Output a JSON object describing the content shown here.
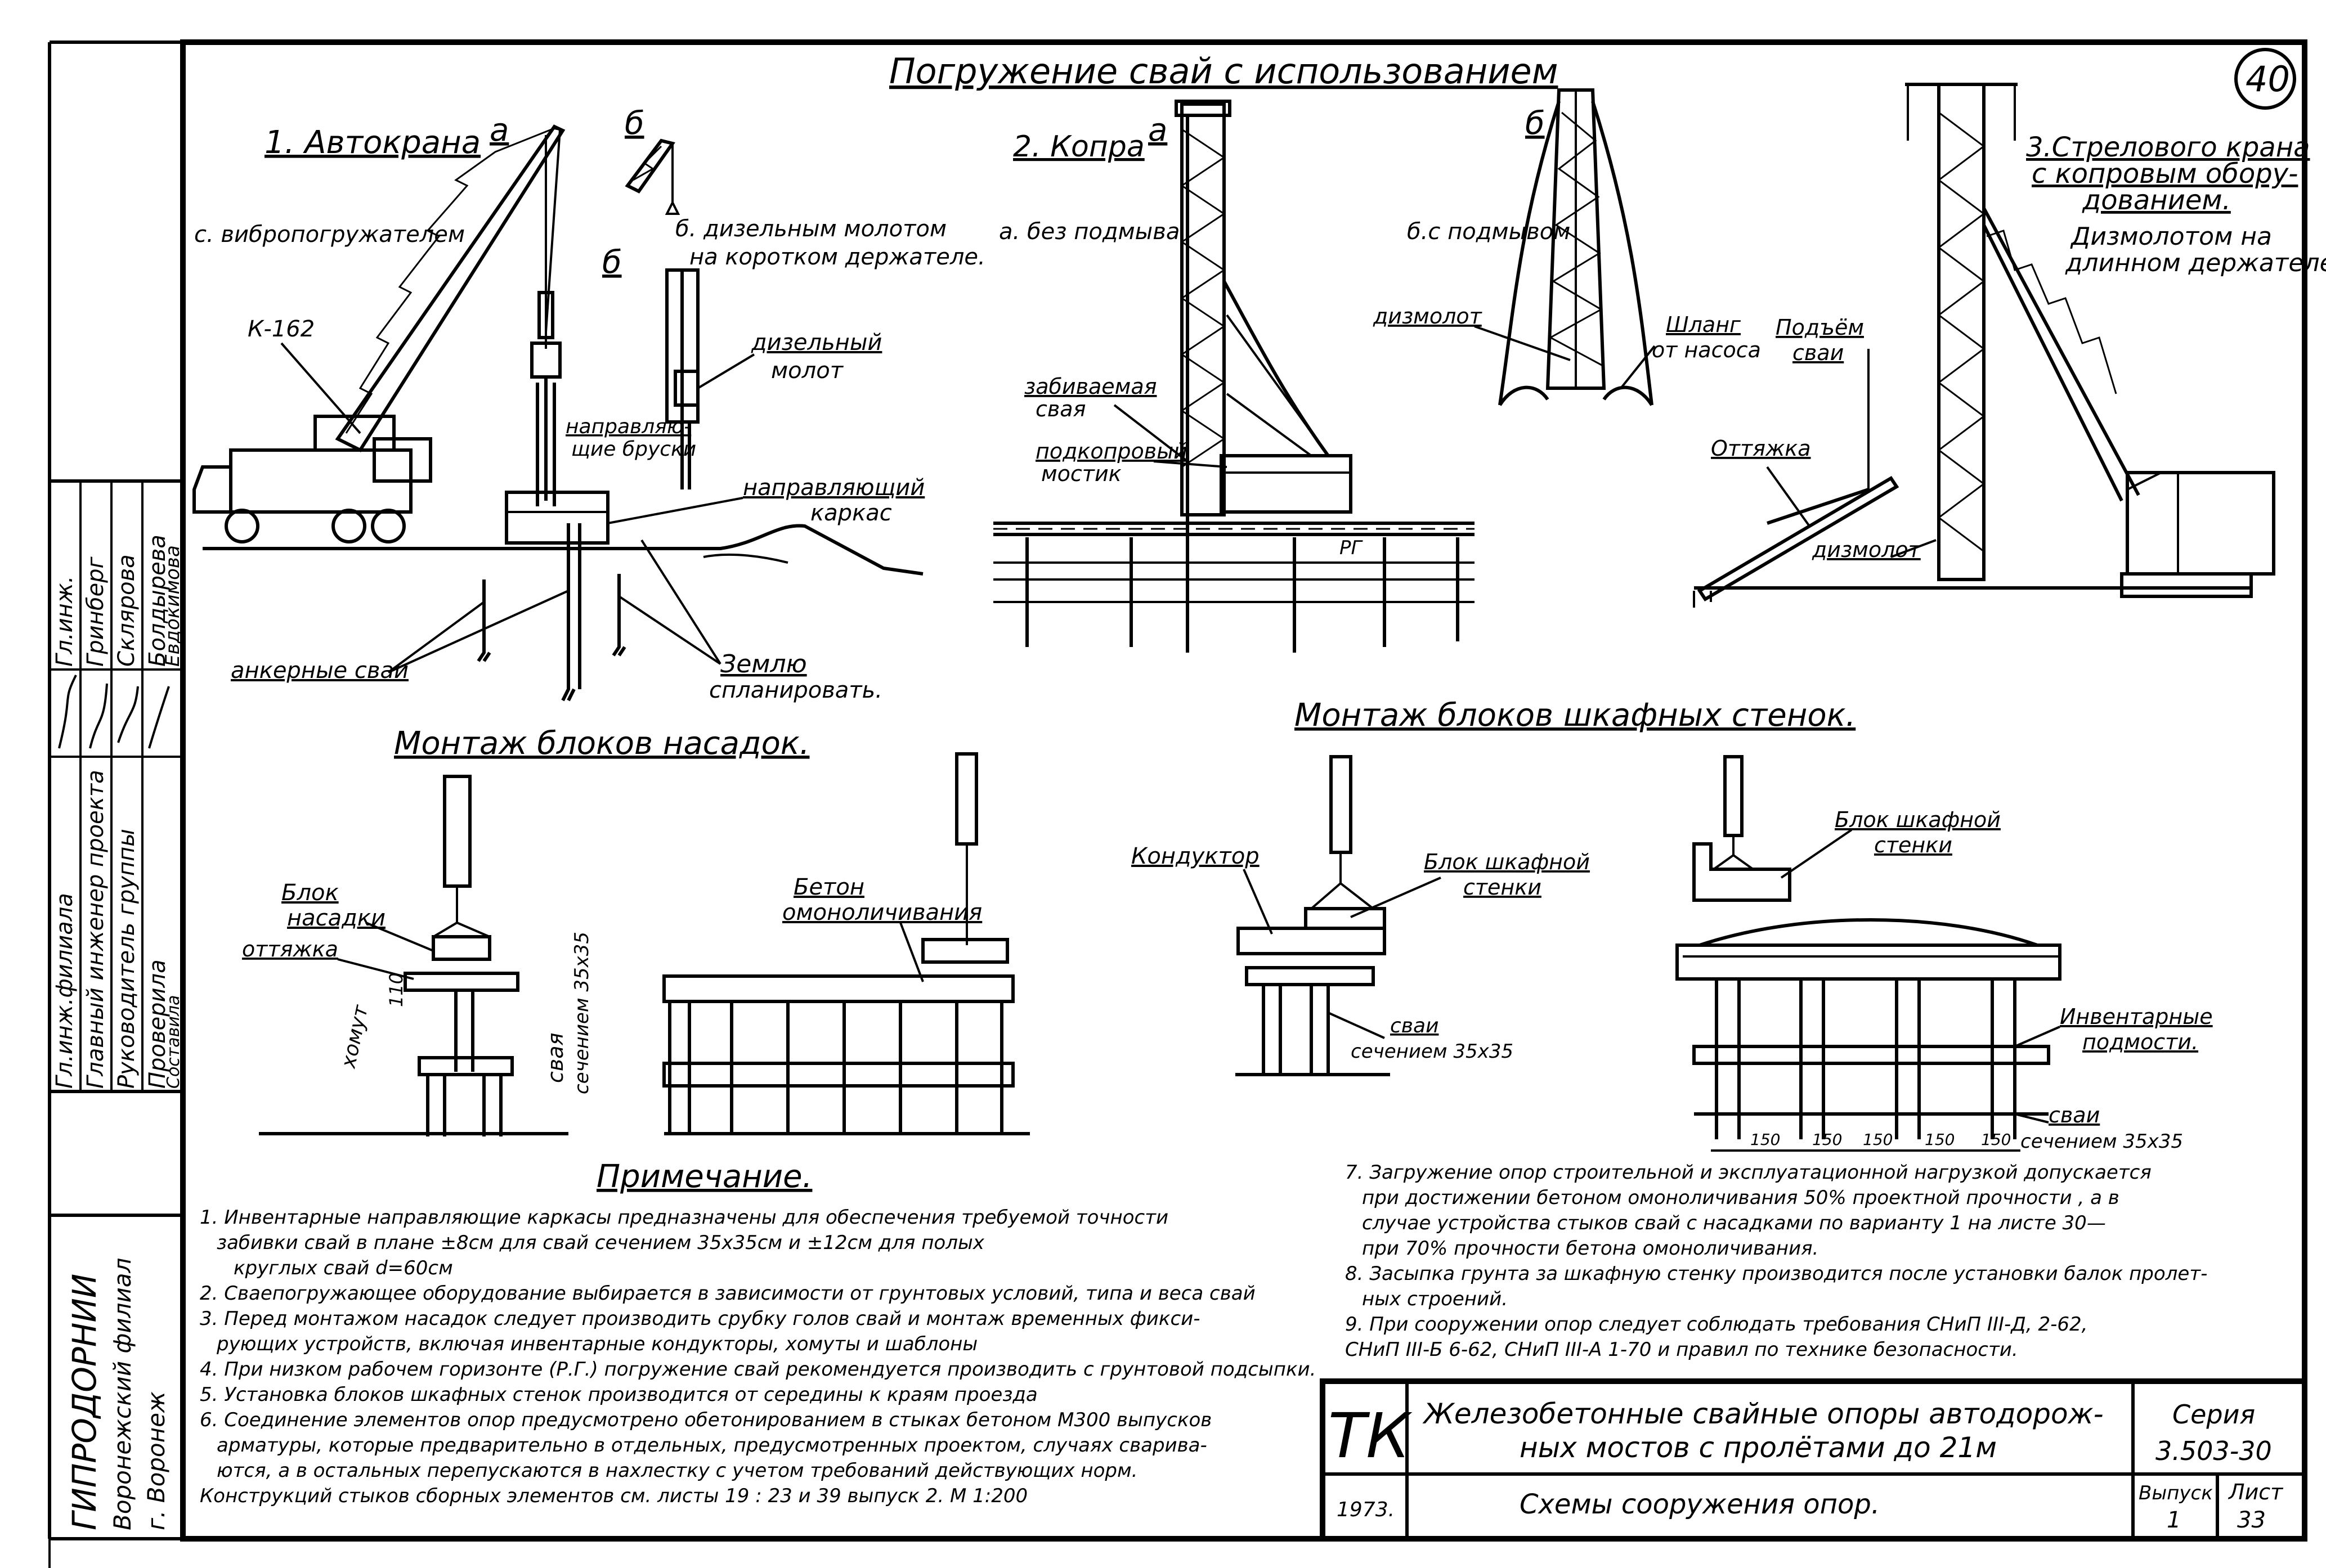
{
  "sheet": {
    "number": "40",
    "main_title": "Погружение свай с использованием"
  },
  "autocrane": {
    "title": "1. Автокрана",
    "a": "а",
    "variant_a": "с. вибропогружателем",
    "crane_model": "К-162",
    "b": "б",
    "b2": "б",
    "variant_b_line1": "б. дизельным молотом",
    "variant_b_line2": "на коротком держателе.",
    "diesel_hammer_1": "дизельный",
    "diesel_hammer_2": "молот",
    "guide_bars_1": "направляю-",
    "guide_bars_2": "щие бруски",
    "guide_frame_1": "направляющий",
    "guide_frame_2": "каркас",
    "anchor_piles": "анкерные сваи",
    "level_1": "Землю",
    "level_2": "спланировать."
  },
  "pile_driver": {
    "title": "2. Копра",
    "a": "а",
    "variant_a": "а. без подмыва",
    "b": "б",
    "variant_b": "б.с подмывом",
    "driven_pile_1": "забиваемая",
    "driven_pile_2": "свая",
    "bridge_1": "подкопровый",
    "bridge_2": "мостик",
    "dizmolot": "дизмолот",
    "hose_1": "Шланг",
    "hose_2": "от насоса",
    "wl": "РГ"
  },
  "boom_crane": {
    "title_1": "3.Стрелового крана",
    "title_2": "с копровым обору-",
    "title_3": "дованием.",
    "subtitle_1": "Дизмолотом на",
    "subtitle_2": "длинном держателе",
    "lift_1": "Подъём",
    "lift_2": "сваи",
    "guy": "Оттяжка",
    "dizmolot": "дизмолот"
  },
  "caps": {
    "title": "Монтаж блоков насадок.",
    "block_1": "Блок",
    "block_2": "насадки",
    "guy": "оттяжка",
    "clamp": "хомут",
    "dim": "110",
    "pile_1": "свая",
    "pile_2": "сечением 35х35",
    "concrete_1": "Бетон",
    "concrete_2": "омоноличивания"
  },
  "walls": {
    "title": "Монтаж блоков шкафных стенок.",
    "conductor": "Кондуктор",
    "wall_block_1": "Блок шкафной",
    "wall_block_2": "стенки",
    "piles_1": "сваи",
    "piles_2": "сечением 35х35",
    "wall_block_b_1": "Блок шкафной",
    "wall_block_b_2": "стенки",
    "scaffold_1": "Инвентарные",
    "scaffold_2": "подмости.",
    "piles_b_1": "сваи",
    "piles_b_2": "сечением 35х35",
    "dims": [
      "150",
      "150",
      "150",
      "150",
      "150"
    ]
  },
  "notes": {
    "title": "Примечание.",
    "left": [
      "1. Инвентарные направляющие каркасы предназначены для обеспечения требуемой точности",
      "забивки свай в плане   ±8см   для свай сечением  35х35см    и ±12см  для   полых",
      "круглых свай    d=60см",
      "2. Сваепогружающее оборудование выбирается в зависимости от грунтовых условий, типа и веса свай",
      "3. Перед монтажом насадок следует производить срубку голов свай и монтаж временных фикси-",
      "рующих устройств, включая инвентарные кондукторы, хомуты и шаблоны",
      "4. При низком рабочем горизонте (Р.Г.) погружение свай рекомендуется производить с грунтовой подсыпки.",
      "5. Установка блоков шкафных стенок производится от середины к краям проезда",
      "6. Соединение элементов опор предусмотрено обетонированием в стыках бетоном М300 выпусков",
      "арматуры, которые предварительно в отдельных, предусмотренных проектом, случаях сварива-",
      "ются, а в остальных перепускаются в нахлестку с учетом требований действующих норм.",
      "Конструкций стыков сборных элементов  см. листы   19 : 23 и 39  выпуск 2.    М 1:200"
    ],
    "right": [
      "7. Загружение опор строительной и эксплуатационной нагрузкой допускается",
      "при  достижении  бетоном омоноличивания 50% проектной прочности , а в",
      "случае устройства стыков свай с насадками по варианту 1 на листе 30—",
      "при 70% прочности бетона омоноличивания.",
      "8. Засыпка грунта за шкафную стенку производится после установки балок пролет-",
      "ных строений.",
      "9. При сооружении опор следует соблюдать требования СНиП III-Д, 2-62,",
      "СНиП III-Б 6-62, СНиП III-А 1-70   и правил по технике безопасности."
    ]
  },
  "titleblock": {
    "tk": "ТК",
    "title_1": "Железобетонные свайные опоры автодорож-",
    "title_2": "ных мостов с пролётами до 21м",
    "year": "1973.",
    "subtitle": "Схемы сооружения опор.",
    "series_label": "Серия",
    "series_value": "3.503-30",
    "issue_label": "Выпуск",
    "issue_value": "1",
    "sheet_label": "Лист",
    "sheet_value": "33"
  },
  "stamp": {
    "org_1": "ГИПРОДОРНИИ",
    "org_2": "Воронежский филиал",
    "org_3": "г. Воронеж",
    "roles": [
      "Гл.инж.филиала",
      "Главный инженер проекта",
      "Руководитель группы",
      "Проверила",
      "Составила"
    ],
    "names": [
      "Гл.инж.",
      "Гринберг",
      "Склярова",
      "Болдырева",
      "Евдокимова"
    ]
  }
}
